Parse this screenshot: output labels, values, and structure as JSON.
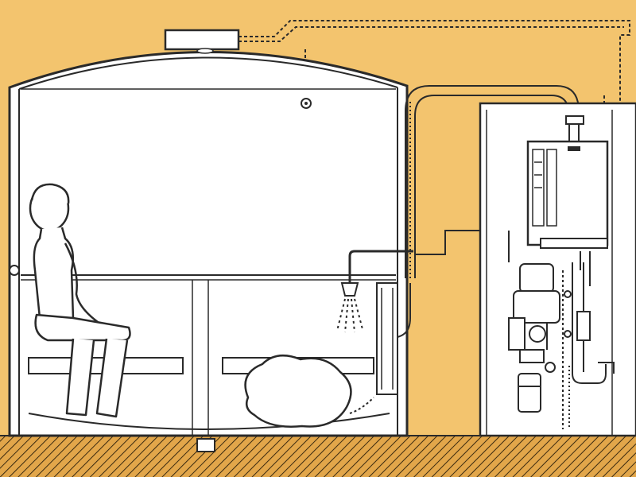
{
  "colors": {
    "background": "#f3c46e",
    "fill": "#ffffff",
    "line": "#2a2a2a",
    "floor_hatch": "#3a2a10"
  },
  "elements": {
    "booth": "steam-room-cabin",
    "person": "seated-bather",
    "shower": "shower-head-icon",
    "rocks": "sauna-stones",
    "generator": "steam-generator",
    "pump": "water-pump",
    "filter": "water-filter",
    "piping": "steam-pipe",
    "wiring": "control-cable",
    "vent": "roof-vent-unit"
  }
}
